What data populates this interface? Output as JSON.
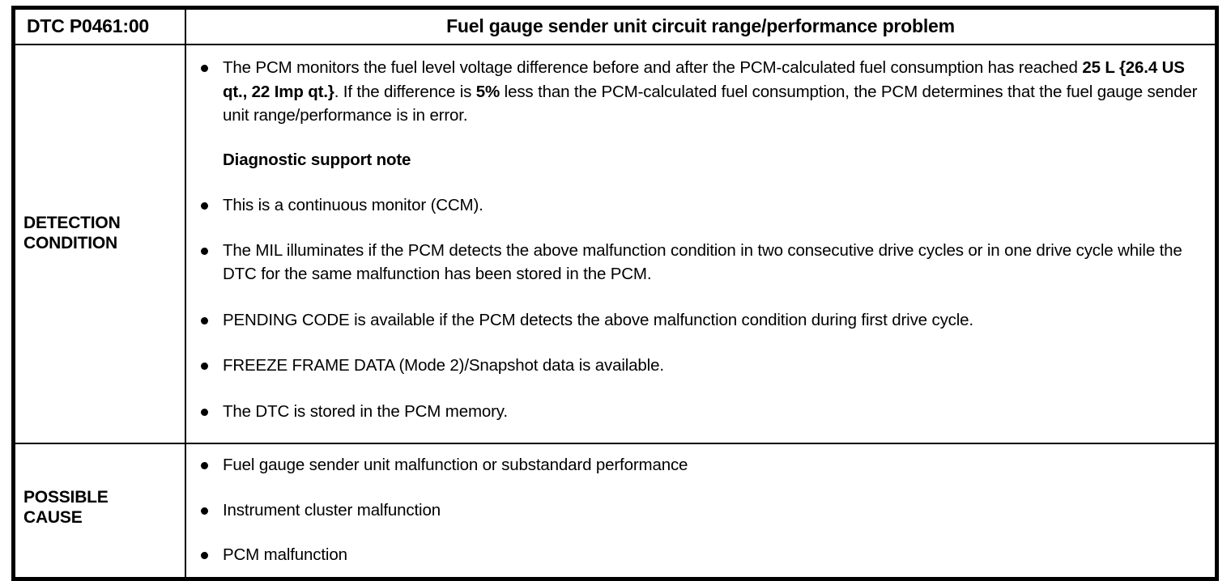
{
  "header": {
    "dtc_code": "DTC P0461:00",
    "title": "Fuel gauge sender unit circuit range/performance problem"
  },
  "rows": [
    {
      "label_line1": "DETECTION",
      "label_line2": "CONDITION",
      "items": [
        {
          "type": "bullet",
          "segments": [
            {
              "text": "The PCM monitors the fuel level voltage difference before and after the PCM-calculated fuel consumption has reached ",
              "bold": false
            },
            {
              "text": "25 L {26.4 US qt., 22 Imp qt.}",
              "bold": true
            },
            {
              "text": ". If the difference is ",
              "bold": false
            },
            {
              "text": "5%",
              "bold": true
            },
            {
              "text": " less than the PCM-calculated fuel consumption, the PCM determines that the fuel gauge sender unit range/performance is in error.",
              "bold": false
            }
          ]
        },
        {
          "type": "subheading",
          "text": "Diagnostic support note"
        },
        {
          "type": "bullet",
          "text": "This is a continuous monitor (CCM)."
        },
        {
          "type": "bullet",
          "text": "The MIL illuminates if the PCM detects the above malfunction condition in two consecutive drive cycles or in one drive cycle while the DTC for the same malfunction has been stored in the PCM."
        },
        {
          "type": "bullet",
          "text": "PENDING CODE is available if the PCM detects the above malfunction condition during first drive cycle."
        },
        {
          "type": "bullet",
          "text": "FREEZE FRAME DATA (Mode 2)/Snapshot data is available."
        },
        {
          "type": "bullet",
          "text": "The DTC is stored in the PCM memory."
        }
      ]
    },
    {
      "label_line1": "POSSIBLE",
      "label_line2": "CAUSE",
      "items": [
        {
          "type": "bullet",
          "text": "Fuel gauge sender unit malfunction or substandard performance"
        },
        {
          "type": "bullet",
          "text": "Instrument cluster malfunction"
        },
        {
          "type": "bullet",
          "text": "PCM malfunction"
        }
      ]
    }
  ],
  "colors": {
    "border": "#000000",
    "text": "#000000",
    "background": "#ffffff"
  }
}
